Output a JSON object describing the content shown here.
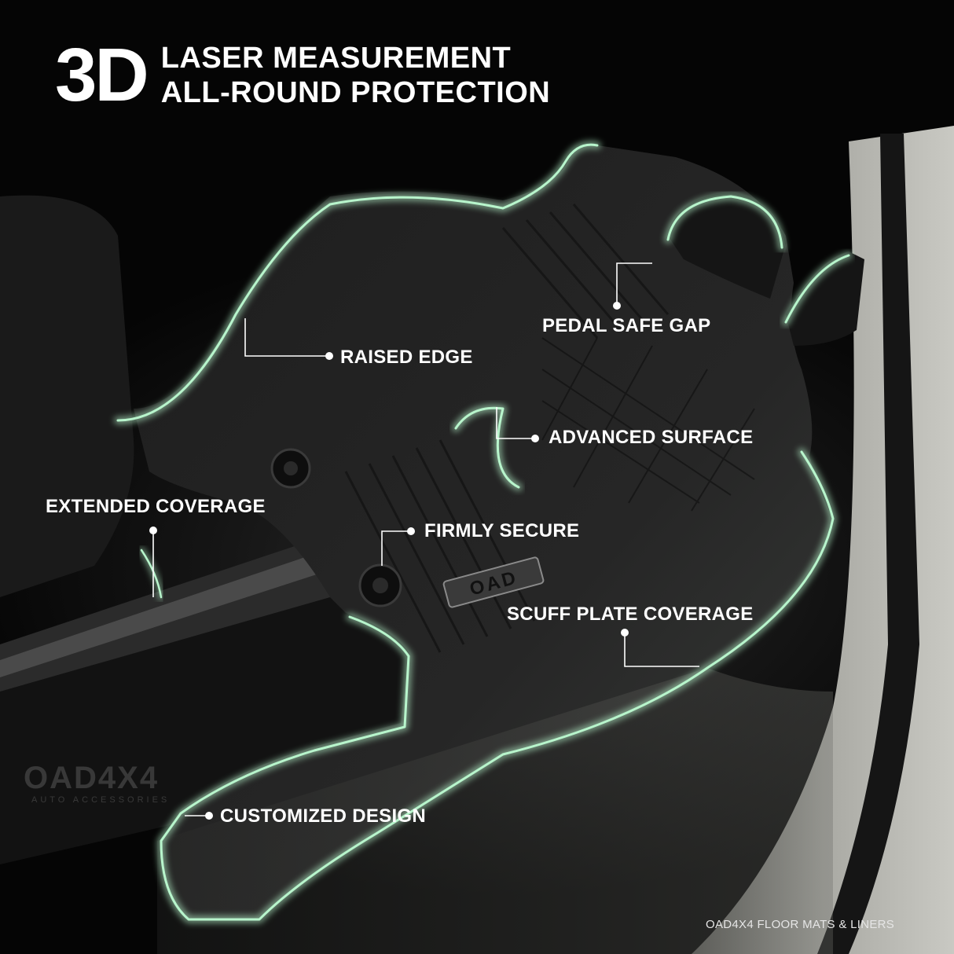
{
  "headline": {
    "big": "3D",
    "line1": "LASER MEASUREMENT",
    "line2": "ALL-ROUND PROTECTION"
  },
  "callouts": {
    "raised_edge": "RAISED EDGE",
    "pedal_safe_gap": "PEDAL SAFE GAP",
    "advanced_surface": "ADVANCED SURFACE",
    "extended_coverage": "EXTENDED COVERAGE",
    "firmly_secure": "FIRMLY SECURE",
    "scuff_plate_coverage": "SCUFF PLATE COVERAGE",
    "customized_design": "CUSTOMIZED DESIGN"
  },
  "mat_badge": "OAD",
  "watermark": {
    "main": "OAD4X4",
    "sub": "AUTO ACCESSORIES"
  },
  "footer": "OAD4X4 FLOOR MATS & LINERS",
  "colors": {
    "edge_glow": "#b8f5cc",
    "mat": "#1c1c1c",
    "text": "#ffffff"
  }
}
